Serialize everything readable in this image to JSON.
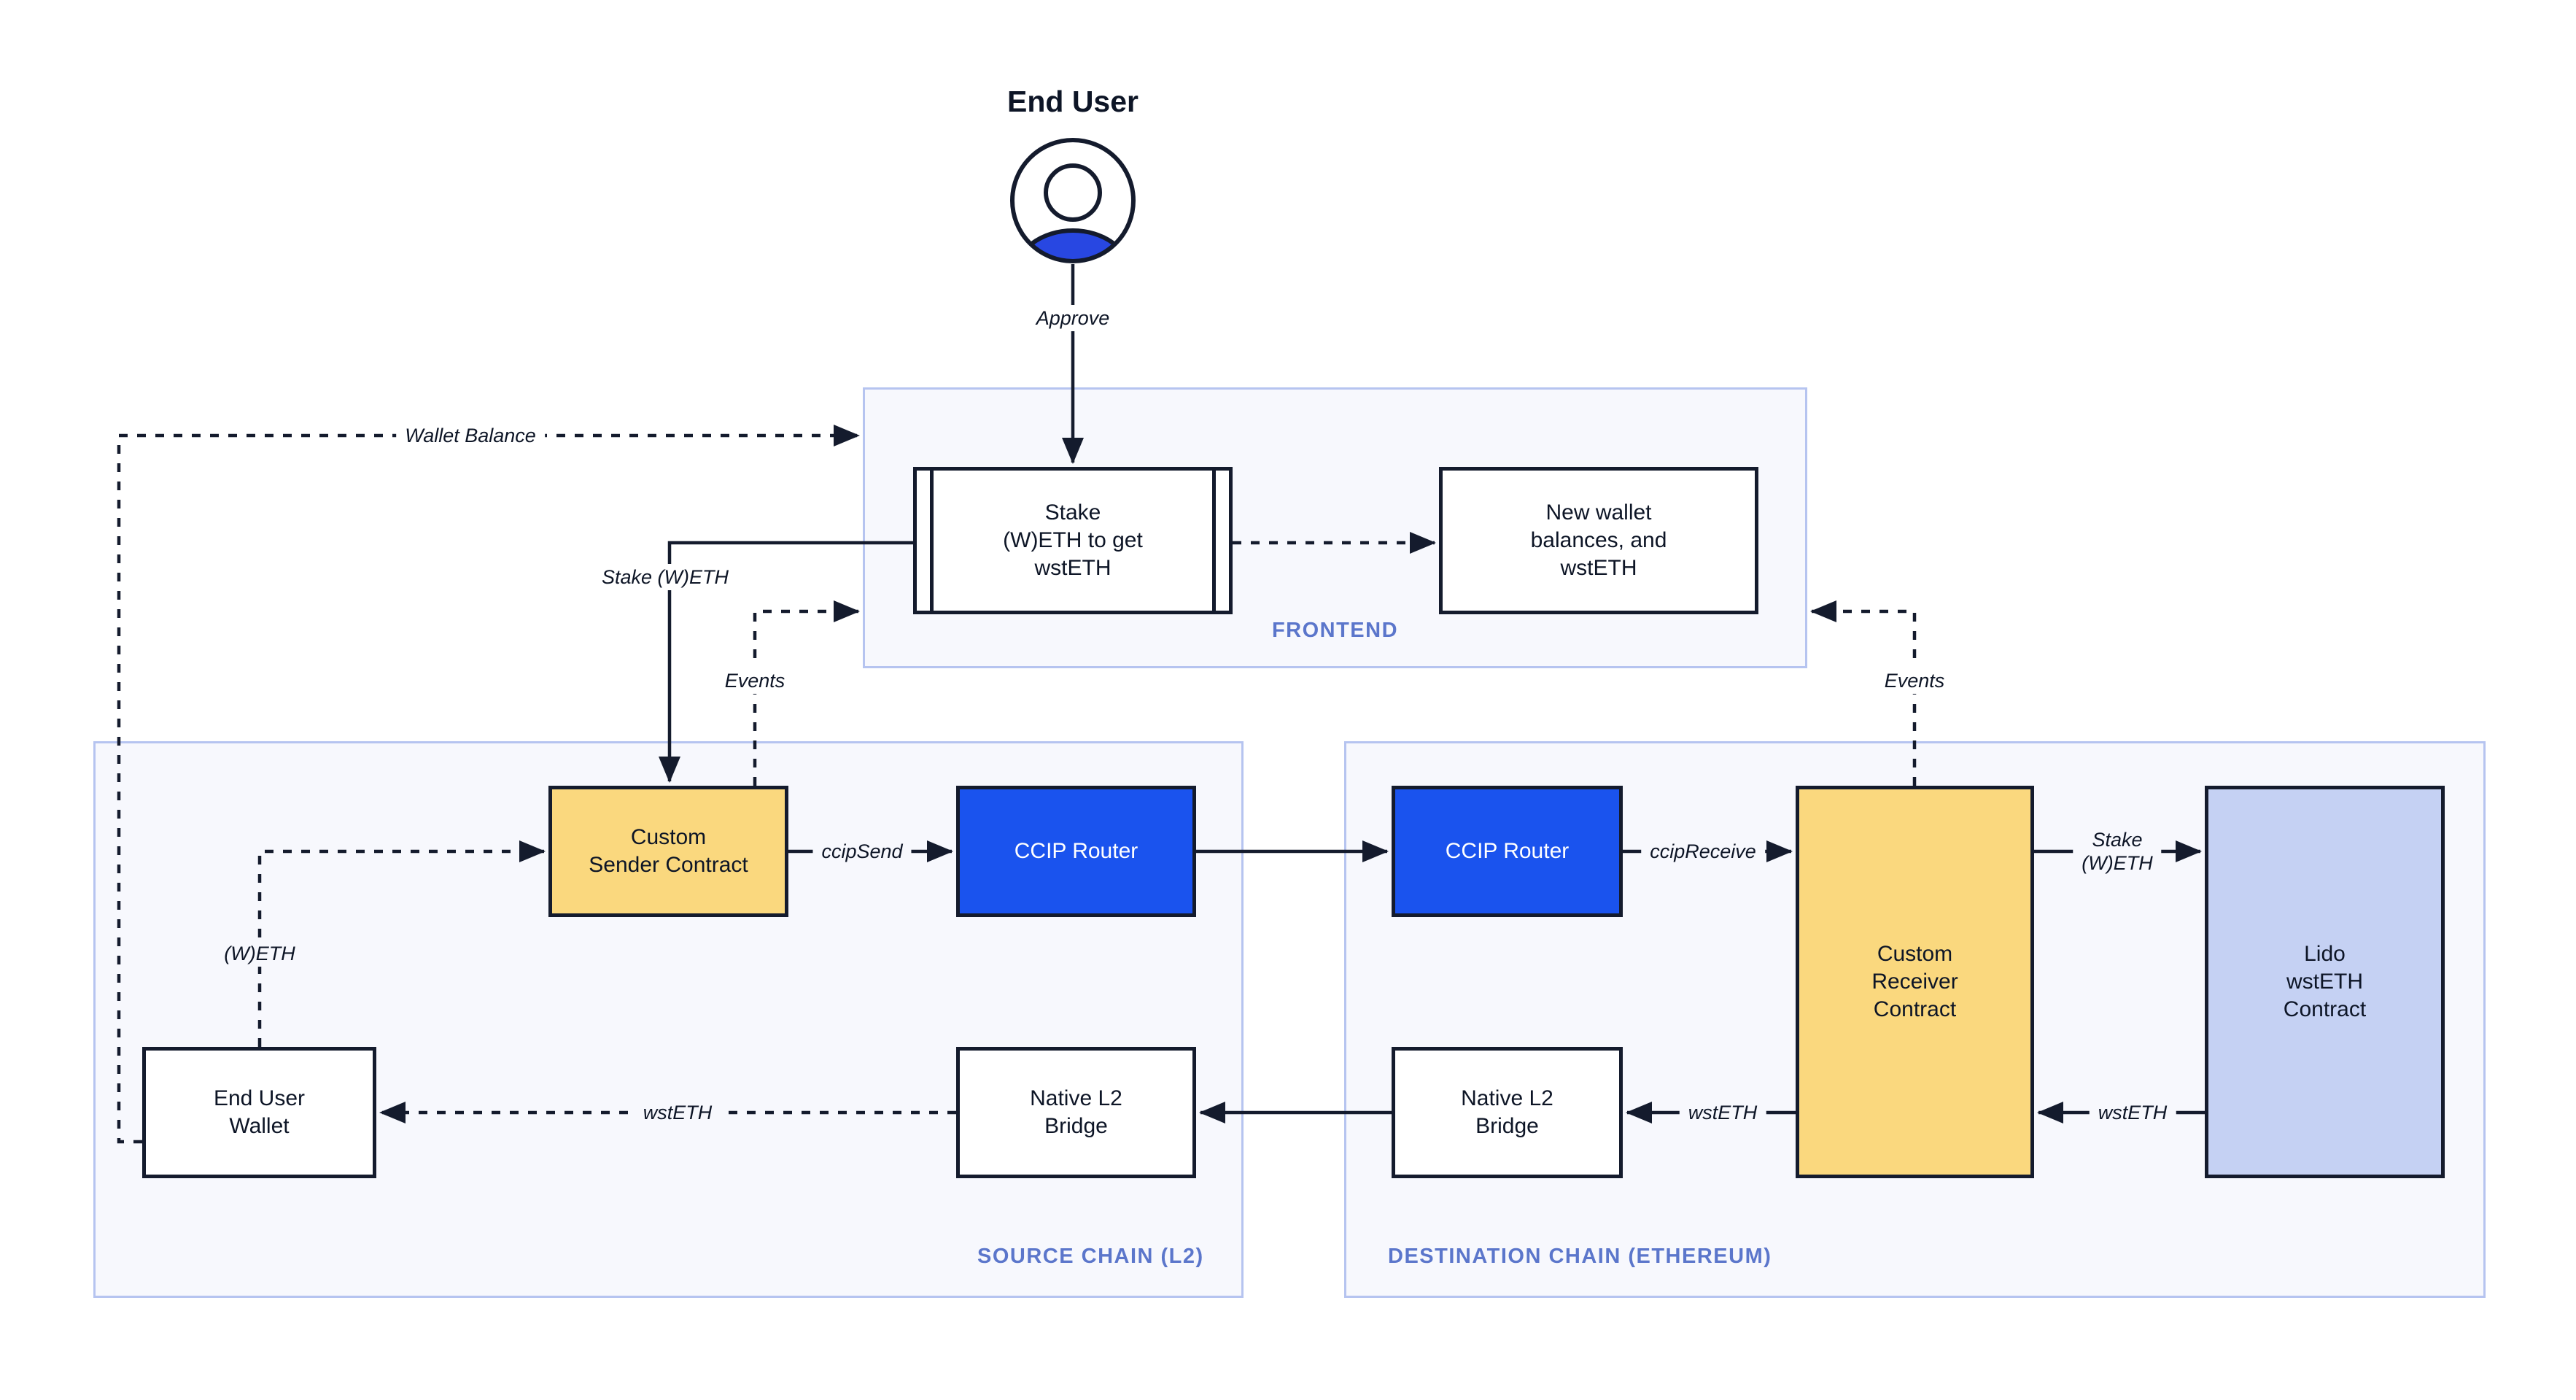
{
  "diagram": {
    "end_user": {
      "title": "End User",
      "approve_label": "Approve"
    },
    "frontend": {
      "label": "FRONTEND",
      "stake_node": "Stake\n(W)ETH to get\nwstETH",
      "new_wallet_node": "New wallet\nbalances, and\nwstETH"
    },
    "source_chain": {
      "label": "SOURCE CHAIN (L2)",
      "custom_sender_node": "Custom\nSender Contract",
      "ccip_router_node": "CCIP Router",
      "end_user_wallet_node": "End User\nWallet",
      "native_bridge_node": "Native L2\nBridge"
    },
    "destination_chain": {
      "label": "DESTINATION CHAIN (ETHEREUM)",
      "ccip_router_node": "CCIP Router",
      "custom_receiver_node": "Custom\nReceiver\nContract",
      "lido_node": "Lido\nwstETH\nContract",
      "native_bridge_node": "Native L2\nBridge"
    },
    "edge_labels": {
      "wallet_balance": "Wallet Balance",
      "stake_weth_left": "Stake (W)ETH",
      "events_left": "Events",
      "events_right": "Events",
      "ccip_send": "ccipSend",
      "ccip_receive": "ccipReceive",
      "stake_weth_right": "Stake\n(W)ETH",
      "wsteth_lido_to_receiver": "wstETH",
      "wsteth_receiver_to_bridge": "wstETH",
      "wsteth_bridge_to_wallet": "wstETH",
      "weth_wallet_to_sender": "(W)ETH"
    },
    "colors": {
      "ink": "#141B2D",
      "router_blue": "#1A53EE",
      "avatar_blue": "#2847E2",
      "contract_yellow": "#FAD87E",
      "lido_purple": "#C5D1F3",
      "section_fill": "#F7F8FD",
      "section_border": "#B6C4F0",
      "section_label_blue": "#5B76CB"
    }
  }
}
